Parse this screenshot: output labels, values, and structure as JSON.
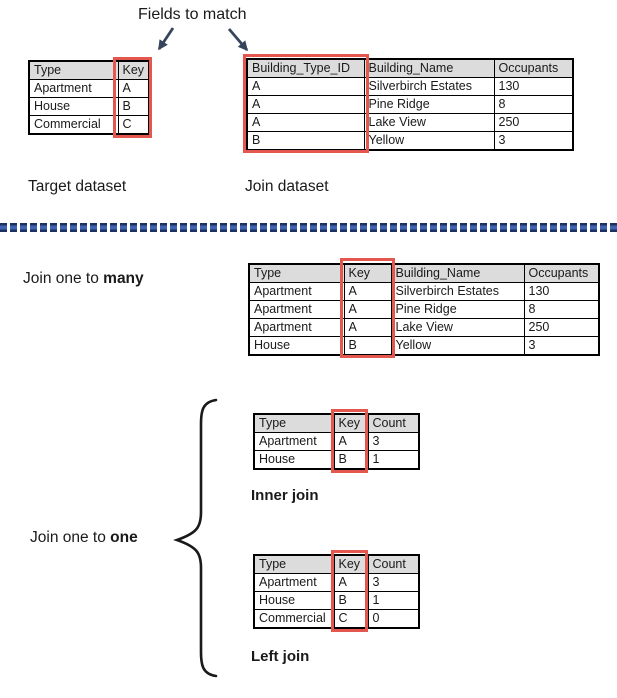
{
  "diagram": {
    "title": "Fields to match",
    "section_labels": {
      "target_dataset": "Target dataset",
      "join_dataset": "Join dataset",
      "join_one_to_many_prefix": "Join one to ",
      "join_one_to_many_emphasis": "many",
      "join_one_to_one_prefix": "Join one to ",
      "join_one_to_one_emphasis": "one",
      "inner_join": "Inner join",
      "left_join": "Left join"
    }
  },
  "tables": {
    "target": {
      "headers": [
        "Type",
        "Key"
      ],
      "rows": [
        [
          "Apartment",
          "A"
        ],
        [
          "House",
          "B"
        ],
        [
          "Commercial",
          "C"
        ]
      ],
      "highlighted_column": "Key"
    },
    "join": {
      "headers": [
        "Building_Type_ID",
        "Building_Name",
        "Occupants"
      ],
      "rows": [
        [
          "A",
          "Silverbirch Estates",
          "130"
        ],
        [
          "A",
          "Pine Ridge",
          "8"
        ],
        [
          "A",
          "Lake View",
          "250"
        ],
        [
          "B",
          "Yellow",
          "3"
        ]
      ],
      "highlighted_column": "Building_Type_ID"
    },
    "one_to_many": {
      "headers": [
        "Type",
        "Key",
        "Building_Name",
        "Occupants"
      ],
      "rows": [
        [
          "Apartment",
          "A",
          "Silverbirch Estates",
          "130"
        ],
        [
          "Apartment",
          "A",
          "Pine Ridge",
          "8"
        ],
        [
          "Apartment",
          "A",
          "Lake View",
          "250"
        ],
        [
          "House",
          "B",
          "Yellow",
          "3"
        ]
      ],
      "highlighted_column": "Key"
    },
    "inner_join": {
      "headers": [
        "Type",
        "Key",
        "Count"
      ],
      "rows": [
        [
          "Apartment",
          "A",
          "3"
        ],
        [
          "House",
          "B",
          "1"
        ]
      ],
      "highlighted_column": "Key"
    },
    "left_join": {
      "headers": [
        "Type",
        "Key",
        "Count"
      ],
      "rows": [
        [
          "Apartment",
          "A",
          "3"
        ],
        [
          "House",
          "B",
          "1"
        ],
        [
          "Commercial",
          "C",
          "0"
        ]
      ],
      "highlighted_column": "Key"
    }
  },
  "colors": {
    "highlight_red": "#e4574f",
    "header_gray": "#dcdcdc",
    "arrow_navy": "#37455c",
    "dash_outer_navy": "#1c3160",
    "dash_inner_blue": "#4164b1",
    "table_border": "#000000",
    "text": "#1a1a1a"
  }
}
